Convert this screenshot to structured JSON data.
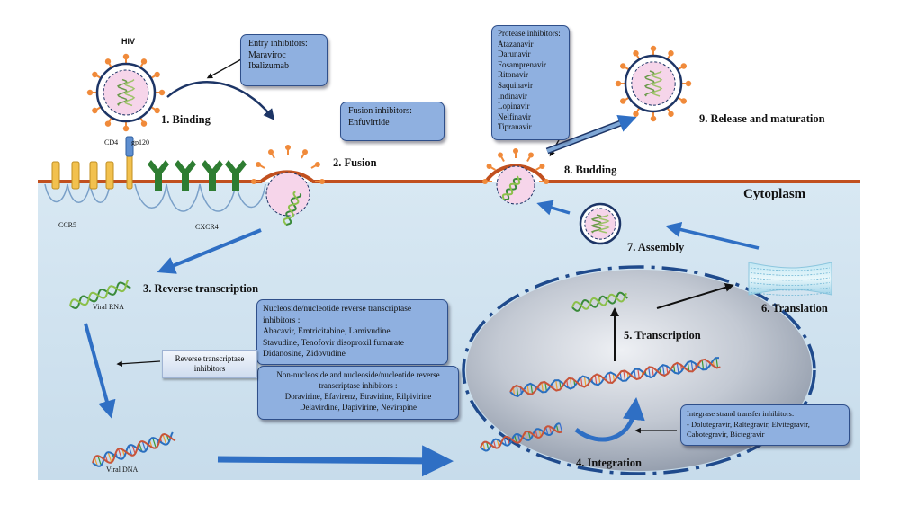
{
  "labels": {
    "hiv": "HIV",
    "cd4": "CD4",
    "gp120": "gp120",
    "ccr5": "CCR5",
    "cxcr4": "CXCR4",
    "cytoplasm": "Cytoplasm",
    "viral_rna": "Viral RNA",
    "viral_dna": "Viral DNA"
  },
  "steps": {
    "s1": "1. Binding",
    "s2": "2. Fusion",
    "s3": "3. Reverse transcription",
    "s4": "4. Integration",
    "s5": "5. Transcription",
    "s6": "6. Translation",
    "s7": "7. Assembly",
    "s8": "8. Budding",
    "s9": "9. Release and maturation"
  },
  "boxes": {
    "entry": [
      "Entry inhibitors:",
      "Maraviroc",
      "Ibalizumab"
    ],
    "fusion": [
      "Fusion inhibitors:",
      "Enfuvirtide"
    ],
    "protease": [
      "Protease inhibitors:",
      "Atazanavir",
      "Darunavir",
      "Fosamprenavir",
      "Ritonavir",
      "Saquinavir",
      "Indinavir",
      "Lopinavir",
      "Nelfinavir",
      "Tipranavir"
    ],
    "nrti": [
      "Nucleoside/nucleotide reverse transcriptase",
      "inhibitors :",
      "Abacavir, Emtricitabine, Lamivudine",
      "Stavudine, Tenofovir disoproxil fumarate",
      "Didanosine, Zidovudine"
    ],
    "nnrti": [
      "Non-nucleoside and nucleoside/nucleotide reverse",
      "transcriptase inhibitors :",
      "Doravirine, Efavirenz, Etravirine, Rilpivirine",
      "Delavirdine, Dapivirine, Nevirapine"
    ],
    "rti": [
      "Reverse transcriptase",
      "inhibitors"
    ],
    "integrase": [
      "Integrase strand transfer inhibitors:",
      "- Dolutegravir, Raltegravir, Elvitegravir,",
      "Cabotegravir, Bictegravir"
    ]
  },
  "colors": {
    "cytoplasm": "#cfe2ef",
    "membrane": "#c1501f",
    "box_fill": "#8fb0e0",
    "arrow_blue": "#2f6fc4",
    "virion_spike": "#f08a3a",
    "virion_core": "#f6d5ea",
    "nucleus": "#9fa9b8"
  }
}
